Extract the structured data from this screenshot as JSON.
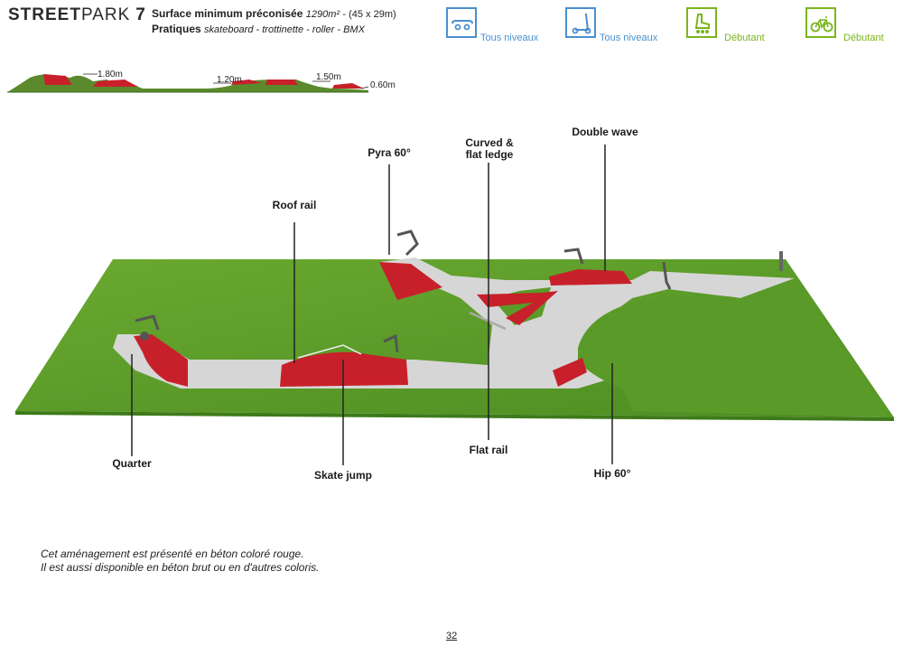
{
  "header": {
    "title_bold": "STREET",
    "title_thin": "PARK",
    "title_num": "7",
    "surface_label": "Surface minimum préconisée",
    "surface_value": "1290m²",
    "surface_dims": "- (45 x 29m)",
    "practices_label": "Pratiques",
    "practices_value": "skateboard - trottinette - roller - BMX"
  },
  "levels": [
    {
      "icon": "skateboard-icon",
      "label": "Tous niveaux",
      "color": "#4a8fd0"
    },
    {
      "icon": "scooter-icon",
      "label": "Tous niveaux",
      "color": "#4a8fd0"
    },
    {
      "icon": "roller-icon",
      "label": "Débutant",
      "color": "#7ab51d"
    },
    {
      "icon": "bmx-icon",
      "label": "Débutant",
      "color": "#7ab51d"
    }
  ],
  "profile_heights": [
    "1.80m",
    "1.20m",
    "1.50m",
    "0.60m"
  ],
  "modules": {
    "pyra": "Pyra 60°",
    "curved_1": "Curved &",
    "curved_2": "flat ledge",
    "double_wave": "Double wave",
    "roof_rail": "Roof rail",
    "quarter": "Quarter",
    "skate_jump": "Skate jump",
    "flat_rail": "Flat rail",
    "hip": "Hip 60°"
  },
  "note": {
    "line1": "Cet aménagement est présenté en béton coloré rouge.",
    "line2": "Il est aussi disponible en béton brut ou en d'autres coloris."
  },
  "page_number": "32",
  "colors": {
    "grass": "#5e9a2a",
    "concrete": "#d4d4d4",
    "module_red": "#c8202a",
    "text": "#222222"
  }
}
